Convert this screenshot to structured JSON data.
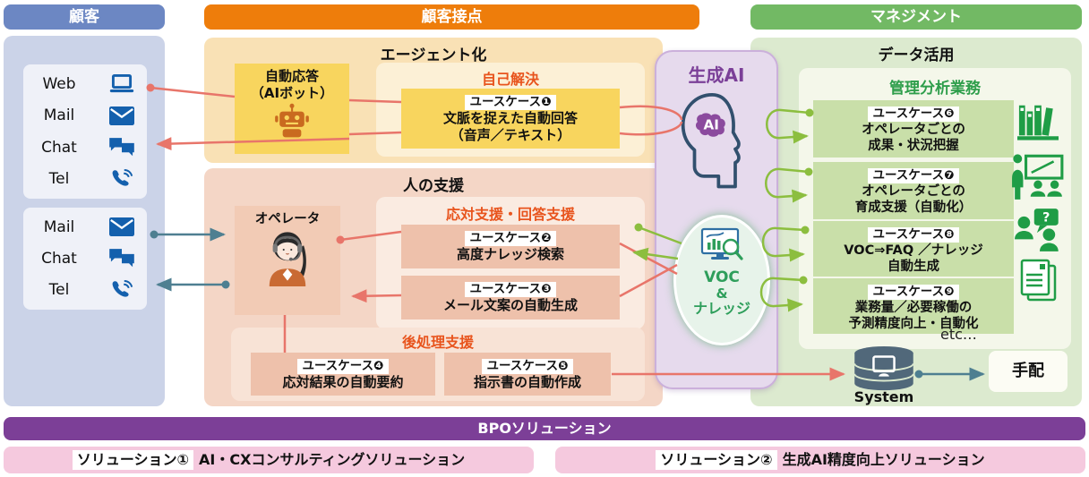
{
  "header": {
    "customer": "顧客",
    "touchpoint": "顧客接点",
    "management": "マネジメント"
  },
  "customers": {
    "group1": [
      {
        "label": "Web",
        "icon": "laptop-icon"
      },
      {
        "label": "Mail",
        "icon": "mail-icon"
      },
      {
        "label": "Chat",
        "icon": "chat-icon"
      },
      {
        "label": "Tel",
        "icon": "tel-icon"
      }
    ],
    "group2": [
      {
        "label": "Mail",
        "icon": "mail-icon"
      },
      {
        "label": "Chat",
        "icon": "chat-icon"
      },
      {
        "label": "Tel",
        "icon": "tel-icon"
      }
    ]
  },
  "agent": {
    "title": "エージェント化",
    "bot_line1": "自動応答",
    "bot_line2": "（AIボット）",
    "self_solve": {
      "heading": "自己解決",
      "uc1": {
        "chip": "ユースケース❶",
        "line1": "文脈を捉えた自動回答",
        "line2": "（音声／テキスト）"
      }
    }
  },
  "human": {
    "title": "人の支援",
    "operator_label": "オペレータ",
    "response": {
      "heading": "応対支援・回答支援",
      "uc2": {
        "chip": "ユースケース❷",
        "line1": "高度ナレッジ検索"
      },
      "uc3": {
        "chip": "ユースケース❸",
        "line1": "メール文案の自動生成"
      }
    },
    "post": {
      "heading": "後処理支援",
      "uc4": {
        "chip": "ユースケース❹",
        "line1": "応対結果の自動要約"
      },
      "uc5": {
        "chip": "ユースケース❺",
        "line1": "指示書の自動作成"
      }
    }
  },
  "genai": {
    "title": "生成AI",
    "brain_label": "AI",
    "voc": {
      "line1": "VOC",
      "line2": "&",
      "line3": "ナレッジ"
    }
  },
  "management": {
    "title": "データ活用",
    "analysis": {
      "heading": "管理分析業務",
      "uc6": {
        "chip": "ユースケース❻",
        "line1": "オペレータごとの",
        "line2": "成果・状況把握"
      },
      "uc7": {
        "chip": "ユースケース❼",
        "line1": "オペレータごとの",
        "line2": "育成支援（自動化）"
      },
      "uc8": {
        "chip": "ユースケース❽",
        "line1": "VOC⇒FAQ ／ナレッジ",
        "line2": "自動生成"
      },
      "uc9": {
        "chip": "ユースケース❾",
        "line1": "業務量／必要稼働の",
        "line2": "予測精度向上・自動化"
      },
      "qa_mark": "?",
      "etc": "etc…"
    },
    "system_label": "System",
    "arrange_label": "手配"
  },
  "footer": {
    "bpo": "BPOソリューション",
    "sol1_chip": "ソリューション①",
    "sol1_label": "AI・CXコンサルティングソリューション",
    "sol2_chip": "ソリューション②",
    "sol2_label": "生成AI精度向上ソリューション"
  },
  "colors": {
    "header_blue": "#6C87C3",
    "header_orange": "#EE7D0B",
    "header_green": "#72B964",
    "bpo_purple": "#7C3F97",
    "red_arrow": "#E8756A",
    "teal_arrow": "#4E7F91",
    "green_arrow": "#8CBE3F",
    "icon_blue": "#1460AD",
    "icon_green": "#1F9D46",
    "robot_orange": "#C96A1F",
    "genai_purple": "#7B3F98",
    "voc_green": "#2E9E5B"
  }
}
